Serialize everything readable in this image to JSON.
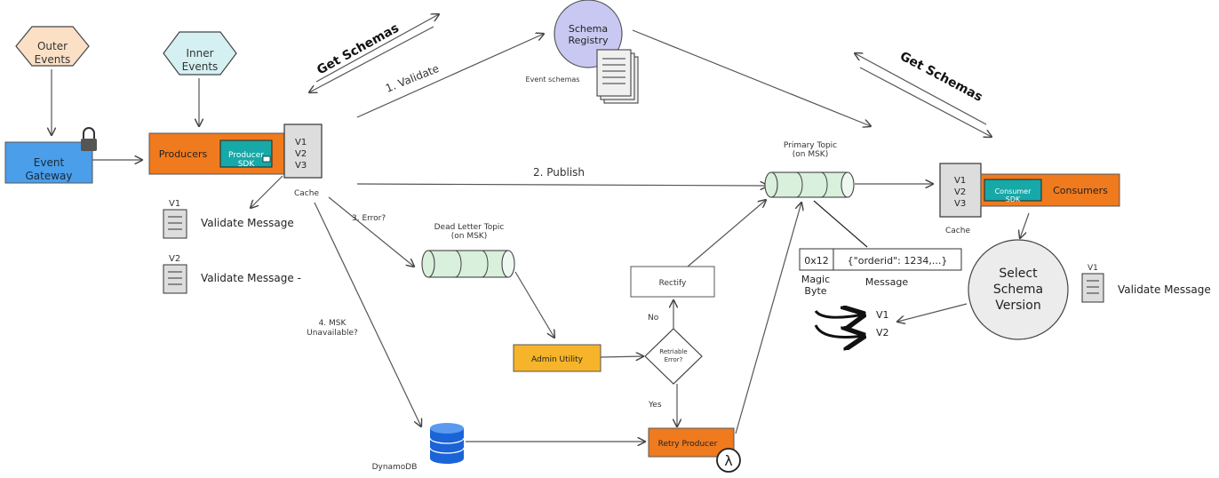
{
  "nodes": {
    "outer_events": "Outer Events",
    "inner_events": "Inner Events",
    "event_gateway": "Event Gateway",
    "producers": "Producers",
    "producer_sdk": "Producer SDK",
    "producer_cache_versions": [
      "V1",
      "V2",
      "V3"
    ],
    "producer_cache_label": "Cache",
    "schema_registry": "Schema Registry",
    "event_schemas": "Event schemas",
    "primary_topic": "Primary Topic (on MSK)",
    "dead_letter_topic": "Dead Letter Topic (on MSK)",
    "admin_utility": "Admin Utility",
    "retriable_error": "Retriable Error?",
    "rectify": "Rectify",
    "retry_producer": "Retry Producer",
    "dynamodb": "DynamoDB",
    "consumers": "Consumers",
    "consumer_sdk": "Consumer SDK",
    "consumer_cache_versions": [
      "V1",
      "V2",
      "V3"
    ],
    "consumer_cache_label": "Cache",
    "select_schema_version": "Select Schema Version"
  },
  "edges": {
    "get_schemas_left": "Get Schemas",
    "get_schemas_right": "Get Schemas",
    "validate": "1. Validate",
    "publish": "2. Publish",
    "error": "3. Error?",
    "msk_unavailable": "4. MSK Unavailable?",
    "no": "No",
    "yes": "Yes"
  },
  "validate_messages": [
    {
      "version": "V1",
      "label": "Validate Message"
    },
    {
      "version": "V2",
      "label": "Validate Message -"
    }
  ],
  "consumer_validate": {
    "version": "V1",
    "label": "Validate Message"
  },
  "message_format": {
    "magic_byte_value": "0x12",
    "payload": "{\"orderid\": 1234,...}",
    "magic_byte_label": "Magic Byte",
    "message_label": "Message",
    "versions": [
      "V1",
      "V2"
    ]
  },
  "colors": {
    "orange": "#f07a1e",
    "teal": "#17a8a8",
    "blue_gateway": "#4a9eea",
    "yellow": "#f5b429",
    "green_topic": "#d8f0dc",
    "peach": "#fbe0c6",
    "cyan_hex": "#d5f0f2",
    "lavender": "#c8c8f2"
  },
  "icons": {
    "lock": "lock-icon",
    "lambda": "lambda-icon",
    "database": "database-icon",
    "document": "document-icon"
  }
}
